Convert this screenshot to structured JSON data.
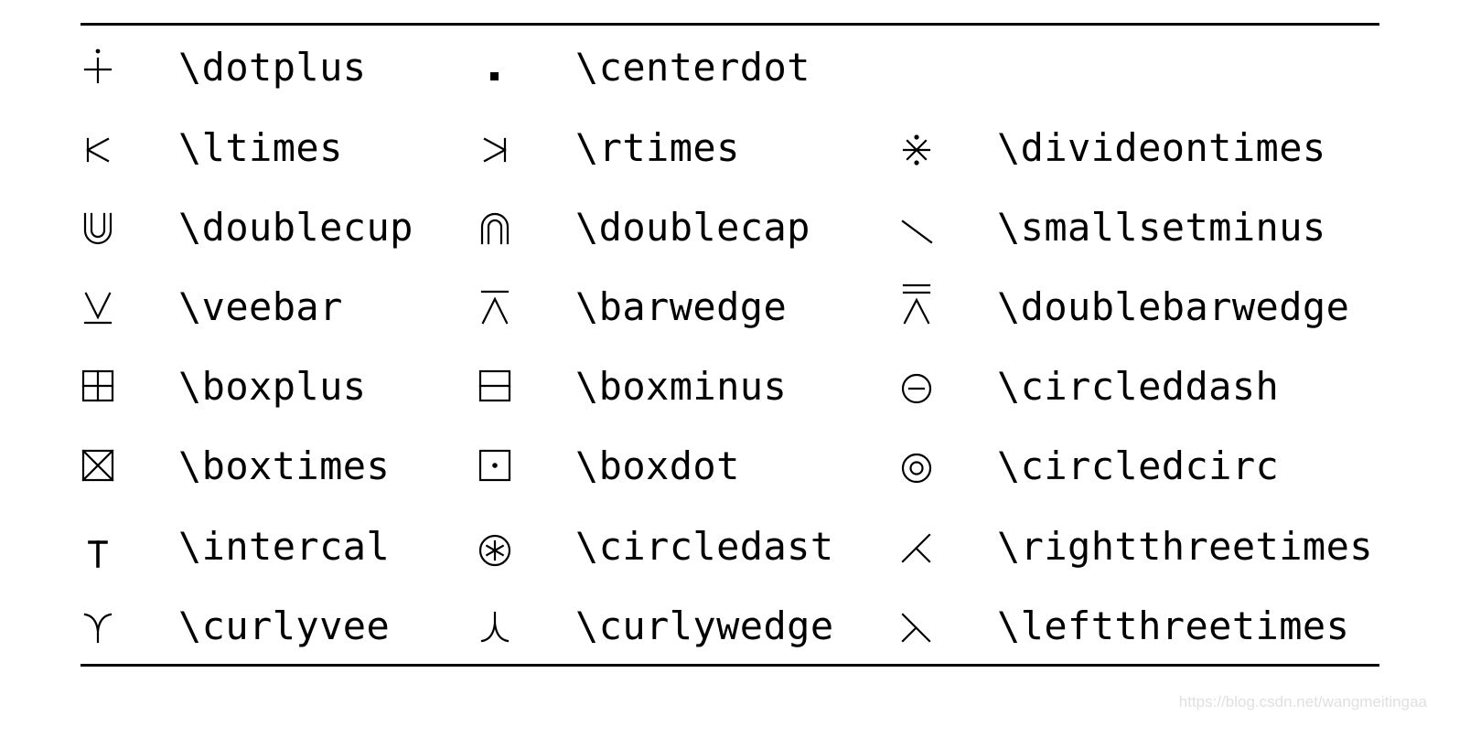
{
  "table": {
    "rows": [
      [
        {
          "symbol": "dotplus-icon",
          "command": "\\dotplus"
        },
        {
          "symbol": "centerdot-icon",
          "command": "\\centerdot"
        },
        {
          "symbol": "",
          "command": ""
        }
      ],
      [
        {
          "symbol": "ltimes-icon",
          "command": "\\ltimes"
        },
        {
          "symbol": "rtimes-icon",
          "command": "\\rtimes"
        },
        {
          "symbol": "divideontimes-icon",
          "command": "\\divideontimes"
        }
      ],
      [
        {
          "symbol": "doublecup-icon",
          "command": "\\doublecup"
        },
        {
          "symbol": "doublecap-icon",
          "command": "\\doublecap"
        },
        {
          "symbol": "smallsetminus-icon",
          "command": "\\smallsetminus"
        }
      ],
      [
        {
          "symbol": "veebar-icon",
          "command": "\\veebar"
        },
        {
          "symbol": "barwedge-icon",
          "command": "\\barwedge"
        },
        {
          "symbol": "doublebarwedge-icon",
          "command": "\\doublebarwedge"
        }
      ],
      [
        {
          "symbol": "boxplus-icon",
          "command": "\\boxplus"
        },
        {
          "symbol": "boxminus-icon",
          "command": "\\boxminus"
        },
        {
          "symbol": "circleddash-icon",
          "command": "\\circleddash"
        }
      ],
      [
        {
          "symbol": "boxtimes-icon",
          "command": "\\boxtimes"
        },
        {
          "symbol": "boxdot-icon",
          "command": "\\boxdot"
        },
        {
          "symbol": "circledcirc-icon",
          "command": "\\circledcirc"
        }
      ],
      [
        {
          "symbol": "intercal-icon",
          "command": "\\intercal"
        },
        {
          "symbol": "circledast-icon",
          "command": "\\circledast"
        },
        {
          "symbol": "rightthreetimes-icon",
          "command": "\\rightthreetimes"
        }
      ],
      [
        {
          "symbol": "curlyvee-icon",
          "command": "\\curlyvee"
        },
        {
          "symbol": "curlywedge-icon",
          "command": "\\curlywedge"
        },
        {
          "symbol": "leftthreetimes-icon",
          "command": "\\leftthreetimes"
        }
      ]
    ]
  },
  "watermark": "https://blog.csdn.net/wangmeitingaa"
}
